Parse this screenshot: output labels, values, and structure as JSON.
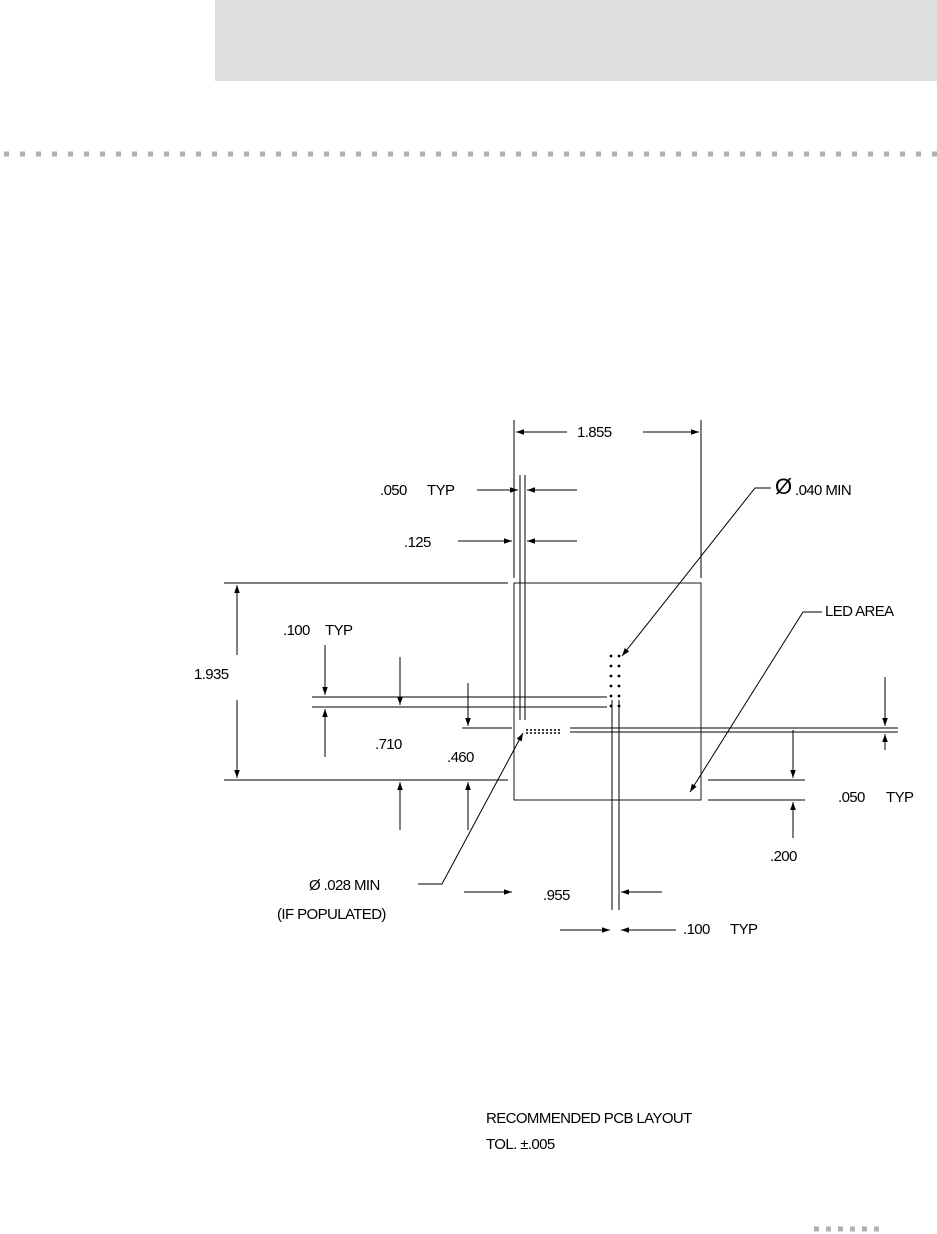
{
  "drawing": {
    "dimensions": {
      "width_overall": "1.855",
      "pad_width_typ": ".050",
      "pad_width_typ_suffix": "TYP",
      "offset_125": ".125",
      "led_hole": ".040 MIN",
      "led_hole_symbol": "Ø",
      "led_area": "LED AREA",
      "pitch_100_vertical": ".100",
      "pitch_100_vertical_suffix": "TYP",
      "height_overall": "1.935",
      "dim_710": ".710",
      "dim_460": ".460",
      "small_hole": "Ø .028 MIN",
      "small_hole_note": "(IF POPULATED)",
      "dim_955": ".955",
      "pitch_100_horizontal": ".100",
      "pitch_100_horizontal_suffix": "TYP",
      "right_050": ".050",
      "right_050_suffix": "TYP",
      "dim_200": ".200"
    },
    "notes": {
      "title": "RECOMMENDED PCB LAYOUT",
      "tolerance": "TOL. ±.005"
    }
  },
  "colors": {
    "header_band": "#dedede",
    "divider_dots": "#b0b0b0",
    "line": "#000000"
  }
}
